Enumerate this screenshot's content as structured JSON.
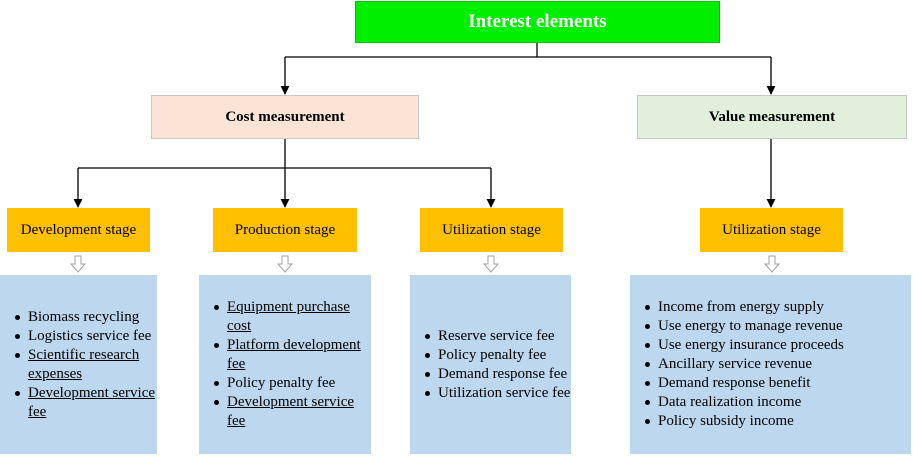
{
  "root": {
    "label": "Interest elements"
  },
  "categories": {
    "cost": {
      "label": "Cost measurement"
    },
    "value": {
      "label": "Value measurement"
    }
  },
  "stages": {
    "development": {
      "label": "Development stage",
      "items": [
        "Biomass recycling",
        "Logistics service fee",
        "Scientific research expenses",
        "Development service fee"
      ]
    },
    "production": {
      "label": "Production stage",
      "items": [
        "Equipment purchase cost",
        "Platform development fee",
        "Policy penalty fee",
        "Development service fee"
      ]
    },
    "utilization_cost": {
      "label": "Utilization stage",
      "items": [
        "Reserve service fee",
        "Policy penalty fee",
        "Demand response fee",
        "Utilization service fee"
      ]
    },
    "utilization_value": {
      "label": "Utilization stage",
      "items": [
        "Income from energy supply",
        "Use energy to manage revenue",
        "Use energy insurance proceeds",
        "Ancillary service revenue",
        "Demand response benefit",
        "Data realization income",
        "Policy subsidy income"
      ]
    }
  },
  "colors": {
    "root": "#00ee00",
    "cost": "#fbe4d6",
    "value": "#e2efda",
    "stage": "#ffc000",
    "detail": "#bdd7ee"
  }
}
